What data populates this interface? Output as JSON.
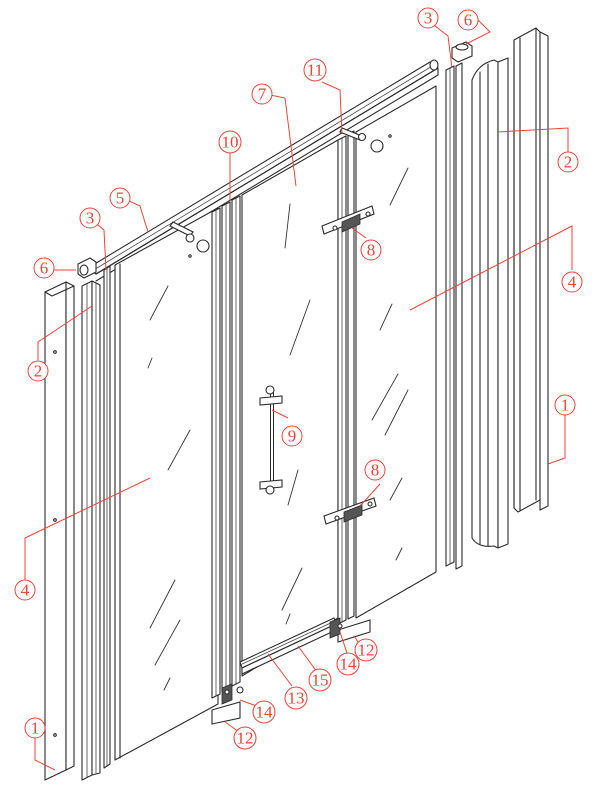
{
  "diagram": {
    "type": "exploded-assembly",
    "callouts": [
      {
        "id": "c1a",
        "label": "1"
      },
      {
        "id": "c1b",
        "label": "1"
      },
      {
        "id": "c2a",
        "label": "2"
      },
      {
        "id": "c2b",
        "label": "2"
      },
      {
        "id": "c3a",
        "label": "3"
      },
      {
        "id": "c3b",
        "label": "3"
      },
      {
        "id": "c4a",
        "label": "4"
      },
      {
        "id": "c4b",
        "label": "4"
      },
      {
        "id": "c5",
        "label": "5"
      },
      {
        "id": "c6a",
        "label": "6"
      },
      {
        "id": "c6b",
        "label": "6"
      },
      {
        "id": "c7",
        "label": "7"
      },
      {
        "id": "c8a",
        "label": "8"
      },
      {
        "id": "c8b",
        "label": "8"
      },
      {
        "id": "c9",
        "label": "9"
      },
      {
        "id": "c10",
        "label": "10"
      },
      {
        "id": "c11",
        "label": "11"
      },
      {
        "id": "c12a",
        "label": "12"
      },
      {
        "id": "c12b",
        "label": "12"
      },
      {
        "id": "c13",
        "label": "13"
      },
      {
        "id": "c14a",
        "label": "14"
      },
      {
        "id": "c14b",
        "label": "14"
      },
      {
        "id": "c15",
        "label": "15"
      }
    ],
    "colors": {
      "line": "#2a2a2a",
      "callout": "#e8453c",
      "background": "#ffffff"
    }
  }
}
